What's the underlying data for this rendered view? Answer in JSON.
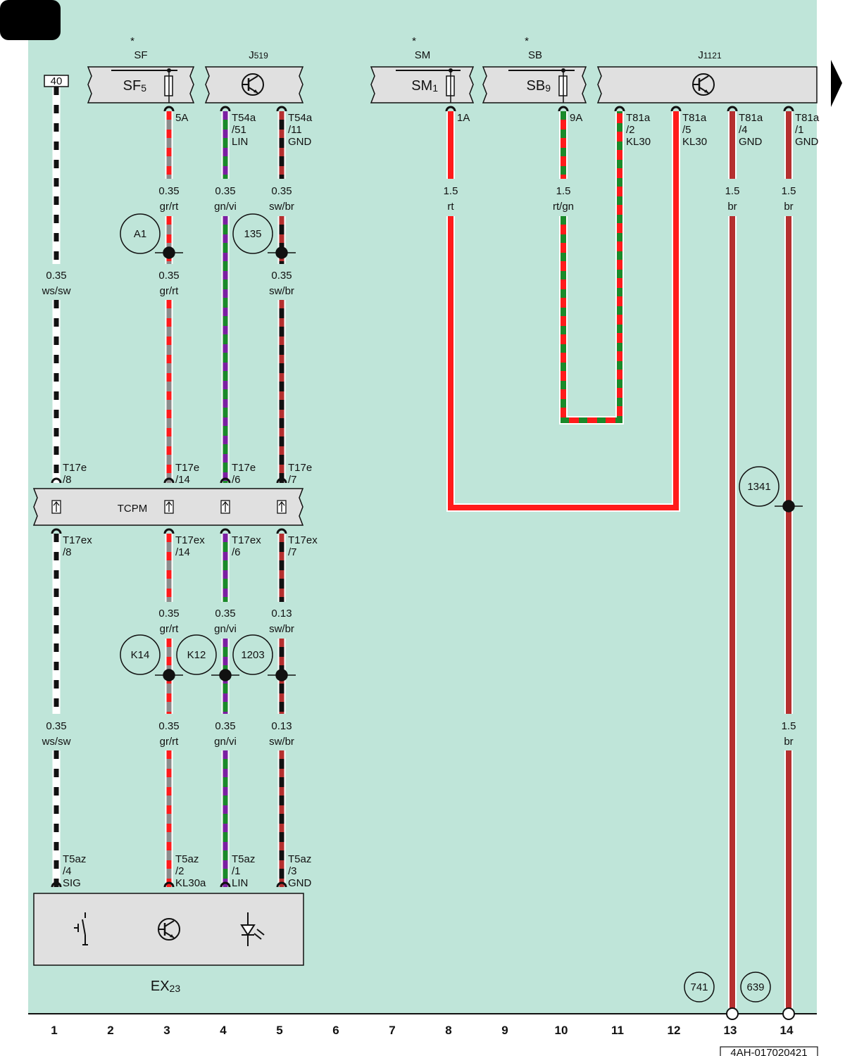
{
  "page": {
    "page_id": "4AH-017020421",
    "columns": [
      "1",
      "2",
      "3",
      "4",
      "5",
      "6",
      "7",
      "8",
      "9",
      "10",
      "11",
      "12",
      "13",
      "14"
    ]
  },
  "colors": {
    "background": "#bfe5d9",
    "component_fill": "#e0e0e0",
    "wire_red": "#ff1b1b",
    "wire_brown": "#b5302f",
    "wire_green": "#1a8a2a",
    "wire_violet": "#7b1fa2",
    "wire_grey": "#8c8c8c",
    "wire_black": "#111111",
    "wire_white": "#ffffff"
  },
  "components": {
    "sf": {
      "star": "*",
      "name": "SF",
      "fuse": "SF",
      "fuse_sub": "5"
    },
    "j519": {
      "name": "J",
      "name_sub": "519"
    },
    "sm": {
      "star": "*",
      "name": "SM",
      "fuse": "SM",
      "fuse_sub": "1"
    },
    "sb": {
      "star": "*",
      "name": "SB",
      "fuse": "SB",
      "fuse_sub": "9"
    },
    "j1121": {
      "name": "J",
      "name_sub": "1121"
    },
    "ground_ref": "40",
    "tcpm": "TCPM",
    "ex23": {
      "name": "EX",
      "name_sub": "23"
    }
  },
  "pins": {
    "sf_5a": "5A",
    "j519_t54a_51": [
      "T54a",
      "/51",
      "LIN"
    ],
    "j519_t54a_11": [
      "T54a",
      "/11",
      "GND"
    ],
    "sm_1a": "1A",
    "sb_9a": "9A",
    "j1121_t81a_2": [
      "T81a",
      "/2",
      "KL30"
    ],
    "j1121_t81a_5": [
      "T81a",
      "/5",
      "KL30"
    ],
    "j1121_t81a_4": [
      "T81a",
      "/4",
      "GND"
    ],
    "j1121_t81a_1": [
      "T81a",
      "/1",
      "GND"
    ],
    "t17e_8": [
      "T17e",
      "/8"
    ],
    "t17e_14": [
      "T17e",
      "/14"
    ],
    "t17e_6": [
      "T17e",
      "/6"
    ],
    "t17e_7": [
      "T17e",
      "/7"
    ],
    "t17ex_8": [
      "T17ex",
      "/8"
    ],
    "t17ex_14": [
      "T17ex",
      "/14"
    ],
    "t17ex_6": [
      "T17ex",
      "/6"
    ],
    "t17ex_7": [
      "T17ex",
      "/7"
    ],
    "t5az_4": [
      "T5az",
      "/4",
      "SIG"
    ],
    "t5az_2": [
      "T5az",
      "/2",
      "KL30a"
    ],
    "t5az_1": [
      "T5az",
      "/1",
      "LIN"
    ],
    "t5az_3": [
      "T5az",
      "/3",
      "GND"
    ]
  },
  "wire_labels": {
    "c3_a": [
      "0.35",
      "gr/rt"
    ],
    "c4_a": [
      "0.35",
      "gn/vi"
    ],
    "c5_a": [
      "0.35",
      "sw/br"
    ],
    "c1_b": [
      "0.35",
      "ws/sw"
    ],
    "c3_b": [
      "0.35",
      "gr/rt"
    ],
    "c5_b": [
      "0.35",
      "sw/br"
    ],
    "c8": [
      "1.5",
      "rt"
    ],
    "c10": [
      "1.5",
      "rt/gn"
    ],
    "c13": [
      "1.5",
      "br"
    ],
    "c14_a": [
      "1.5",
      "br"
    ],
    "c3_c": [
      "0.35",
      "gr/rt"
    ],
    "c4_c": [
      "0.35",
      "gn/vi"
    ],
    "c5_c": [
      "0.13",
      "sw/br"
    ],
    "c1_d": [
      "0.35",
      "ws/sw"
    ],
    "c3_d": [
      "0.35",
      "gr/rt"
    ],
    "c4_d": [
      "0.35",
      "gn/vi"
    ],
    "c5_d": [
      "0.13",
      "sw/br"
    ],
    "c14_d": [
      "1.5",
      "br"
    ]
  },
  "references": {
    "a1": "A1",
    "r135": "135",
    "r1341": "1341",
    "k14": "K14",
    "k12": "K12",
    "r1203": "1203",
    "r741": "741",
    "r639": "639"
  }
}
